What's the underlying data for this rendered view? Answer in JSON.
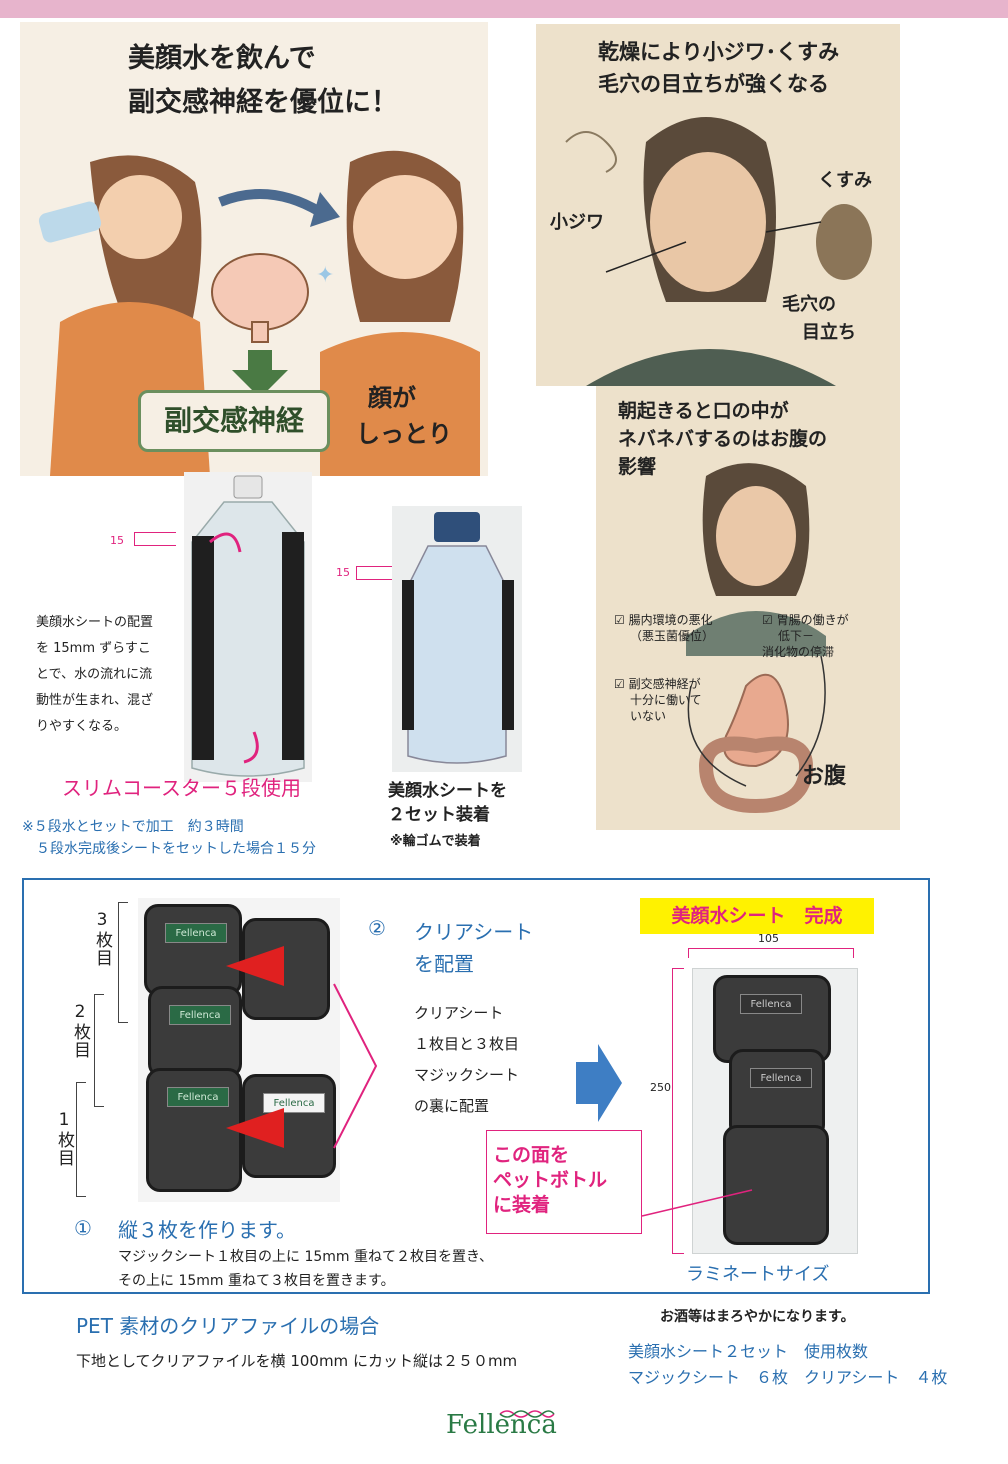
{
  "panel1": {
    "title_line1": "美顔水を飲んで",
    "title_line2": "副交感神経を優位に！",
    "badge": "副交感神経",
    "result_line1": "顔が",
    "result_line2": "しっとり"
  },
  "panel2": {
    "title_line1": "乾燥により小ジワ･くすみ",
    "title_line2": "毛穴の目立ちが強くなる",
    "label_wrinkle": "小ジワ",
    "label_dull": "くすみ",
    "label_pore1": "毛穴の",
    "label_pore2": "目立ち"
  },
  "panel3": {
    "title_line1": "朝起きると口の中が",
    "title_line2": "ネバネバするのはお腹の",
    "title_line3": "影響",
    "check1_line1": "腸内環境の悪化",
    "check1_line2": "（悪玉菌優位）",
    "check2_line1": "胃腸の働きが",
    "check2_line2": "低下－",
    "check2_line3": "消化物の停滞",
    "check3_line1": "副交感神経が",
    "check3_line2": "十分に働いて",
    "check3_line3": "いない",
    "stomach_label": "お腹"
  },
  "bottles": {
    "mark_left": "15",
    "mark_right": "15",
    "desc_lines": [
      "美顔水シートの配置",
      "を 15mm ずらすこ",
      "とで、水の流れに流",
      "動性が生まれ、混ざ",
      "りやすくなる。"
    ],
    "slim_title": "スリムコースター５段使用",
    "note_line1": "※５段水とセットで加工　約３時間",
    "note_line2": "　５段水完成後シートをセットした場合１５分",
    "right_line1": "美顔水シートを",
    "right_line2": "２セット装着",
    "right_note": "※輪ゴムで装着"
  },
  "instructions": {
    "label3": "3枚目",
    "label2": "2枚目",
    "label1": "1枚目",
    "card_brand": "Fellenca",
    "step2_num": "②",
    "step2_line1": "クリアシート",
    "step2_line2": "を配置",
    "clear_lines": [
      "クリアシート",
      "１枚目と３枚目",
      "マジックシート",
      "の裏に配置"
    ],
    "step1_num": "①",
    "step1_title": "縦３枚を作ります。",
    "step1_line1": "マジックシート１枚目の上に 15mm 重ねて２枚目を置き、",
    "step1_line2": "その上に 15mm 重ねて３枚目を置きます。",
    "done_title": "美顔水シート　完成",
    "width_mark": "105",
    "height_mark": "250",
    "face_line1": "この面を",
    "face_line2": "ペットボトル",
    "face_line3": "に装着",
    "laminate": "ラミネートサイズ"
  },
  "footer": {
    "pet_title": "PET 素材のクリアファイルの場合",
    "pet_desc": "下地としてクリアファイルを横 100mm にカット縦は２５０mm",
    "sake": "お酒等はまろやかになります。",
    "count_line1": "美顔水シート２セット　使用枚数",
    "count_line2": "マジックシート　６枚　クリアシート　４枚",
    "logo": "Fellenca"
  },
  "colors": {
    "accent_pink": "#e0237e",
    "accent_blue": "#2a6fb0",
    "highlight": "#fff200"
  }
}
